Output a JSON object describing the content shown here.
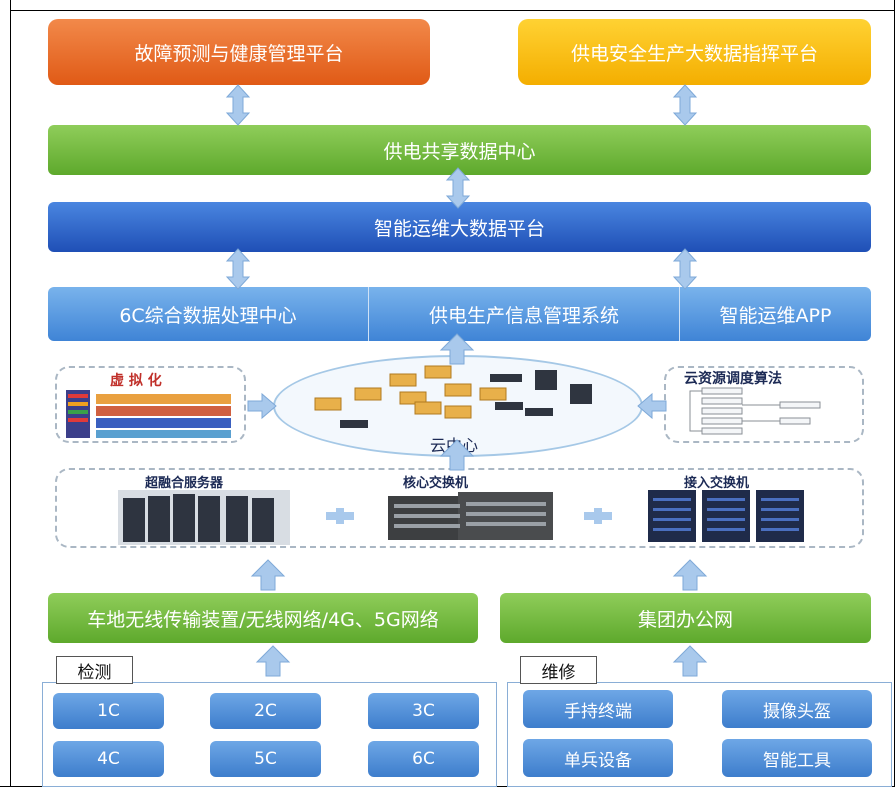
{
  "top": {
    "left": "故障预测与健康管理平台",
    "right": "供电安全生产大数据指挥平台"
  },
  "shared_center": "供电共享数据中心",
  "bigdata_platform": "智能运维大数据平台",
  "systems": [
    "6C综合数据处理中心",
    "供电生产信息管理系统",
    "智能运维APP"
  ],
  "cloud": {
    "virtual_label": "虚 拟 化",
    "center_label": "云中心",
    "algo_label": "云资源调度算法"
  },
  "infra": {
    "server_label": "超融合服务器",
    "core_switch_label": "核心交换机",
    "access_switch_label": "接入交换机"
  },
  "networks": {
    "left": "车地无线传输装置/无线网络/4G、5G网络",
    "right": "集团办公网"
  },
  "detect": {
    "tag": "检测",
    "items": [
      "1C",
      "2C",
      "3C",
      "4C",
      "5C",
      "6C"
    ]
  },
  "maintain": {
    "tag": "维修",
    "items": [
      "手持终端",
      "摄像头盔",
      "单兵设备",
      "智能工具"
    ]
  },
  "colors": {
    "orange": "#e8662a",
    "yellow": "#f7b900",
    "green": "#6fb83c",
    "blue": "#2b5fc4",
    "light_blue": "#4a8fdc",
    "arrow": "#a9c9ec"
  }
}
